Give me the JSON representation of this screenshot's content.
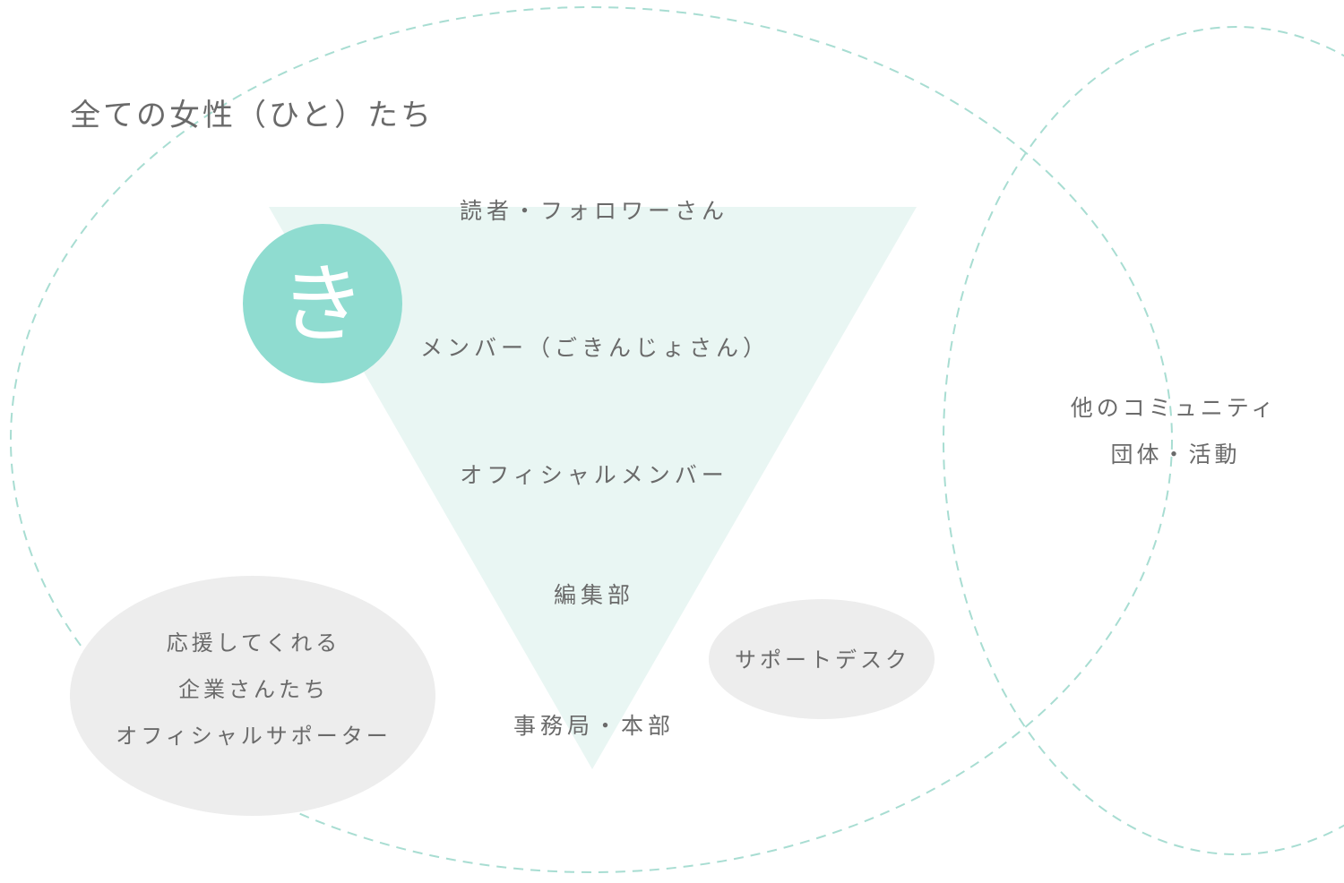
{
  "title": "全ての女性（ひと）たち",
  "logo": {
    "glyph": "き",
    "color": "#8fdcd0"
  },
  "colors": {
    "dashed_outline": "#a8ddd2",
    "triangle_fill": "#e9f6f3",
    "ellipse_fill": "#ededed",
    "text": "#666666"
  },
  "tiers": [
    {
      "label": "読者・フォロワーさん"
    },
    {
      "label": "メンバー（ごきんじょさん）"
    },
    {
      "label": "オフィシャルメンバー"
    },
    {
      "label": "編集部"
    },
    {
      "label": "事務局・本部"
    }
  ],
  "other_community": {
    "line1": "他のコミュニティ",
    "line2": "団体・活動"
  },
  "supporters": {
    "line1": "応援してくれる",
    "line2": "企業さんたち",
    "line3": "オフィシャルサポーター"
  },
  "support_desk": {
    "label": "サポートデスク"
  }
}
